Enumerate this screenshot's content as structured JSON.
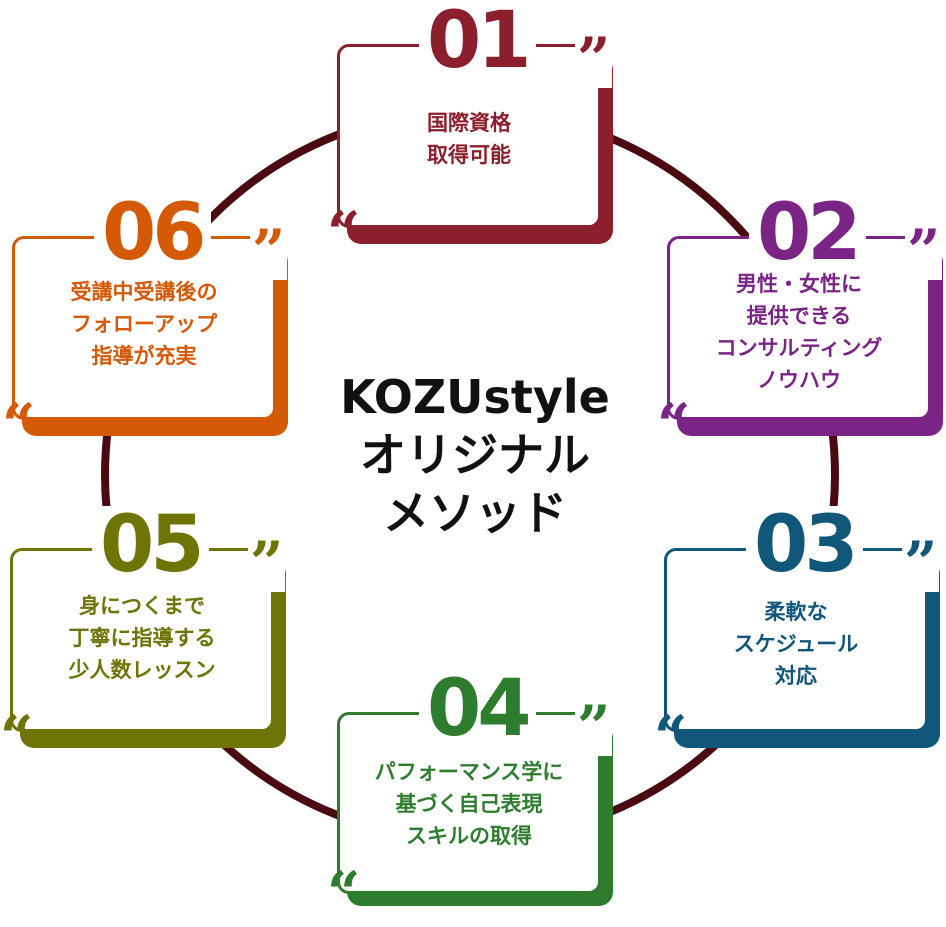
{
  "center": {
    "lines": [
      "KOZUstyle",
      "オリジナル",
      "メソッド"
    ]
  },
  "colors": {
    "ring": "#4a0a10",
    "c01": "#8c1f2d",
    "c02": "#7a2585",
    "c03": "#11577a",
    "c04": "#2e7d2e",
    "c05": "#6e7405",
    "c06": "#d45a08"
  },
  "cards": [
    {
      "id": "01",
      "number": "01",
      "lines": [
        "国際資格",
        "取得可能"
      ]
    },
    {
      "id": "02",
      "number": "02",
      "lines": [
        "男性・女性に",
        "提供できる",
        "コンサルティング",
        "ノウハウ"
      ]
    },
    {
      "id": "03",
      "number": "03",
      "lines": [
        "柔軟な",
        "スケジュール",
        "対応"
      ]
    },
    {
      "id": "04",
      "number": "04",
      "lines": [
        "パフォーマンス学に",
        "基づく自己表現",
        "スキルの取得"
      ]
    },
    {
      "id": "05",
      "number": "05",
      "lines": [
        "身につくまで",
        "丁寧に指導する",
        "少人数レッスン"
      ]
    },
    {
      "id": "06",
      "number": "06",
      "lines": [
        "受講中受講後の",
        "フォローアップ",
        "指導が充実"
      ]
    }
  ],
  "quotes": {
    "open": "“",
    "close": "”"
  }
}
